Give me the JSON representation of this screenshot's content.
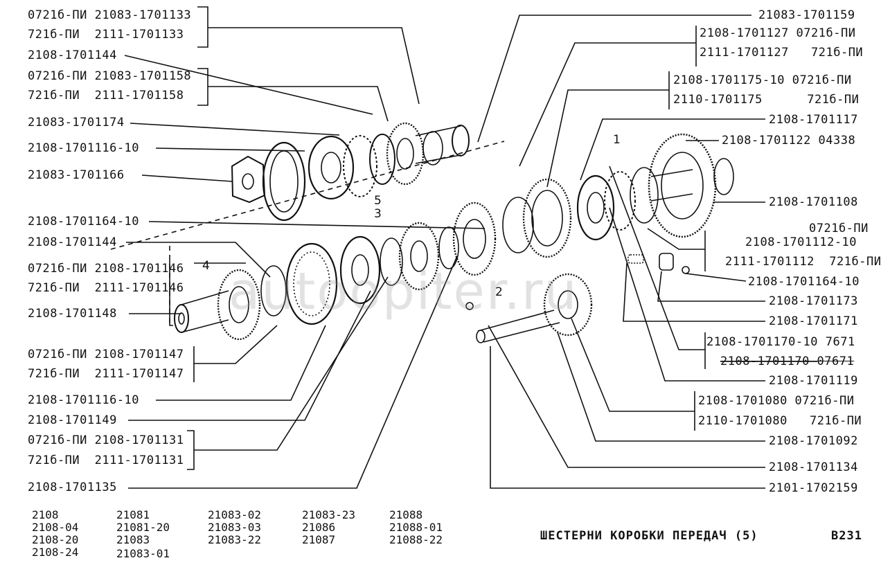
{
  "labels": {
    "l_pair1_a": "0721б-ПИ 21083-1701133",
    "l_pair1_b": "721б-ПИ  2111-1701133",
    "l_144a": "2108-1701144",
    "l_pair2_a": "0721б-ПИ 21083-1701158",
    "l_pair2_b": "721б-ПИ  2111-1701158",
    "l_174": "21083-1701174",
    "l_116_10a": "2108-1701116-10",
    "l_166": "21083-1701166",
    "l_164_10a": "2108-1701164-10",
    "l_144b": "2108-1701144",
    "l_pair3_a": "0721б-ПИ 2108-1701146",
    "l_pair3_b": "721б-ПИ  2111-1701146",
    "l_148": "2108-1701148",
    "l_pair4_a": "0721б-ПИ 2108-1701147",
    "l_pair4_b": "721б-ПИ  2111-1701147",
    "l_116_10b": "2108-1701116-10",
    "l_149": "2108-1701149",
    "l_pair5_a": "0721б-ПИ 2108-1701131",
    "l_pair5_b": "721б-ПИ  2111-1701131",
    "l_135": "2108-1701135",
    "r_159": "21083-1701159",
    "r_pair1_a": "2108-1701127 0721б-ПИ",
    "r_pair1_b": "2111-1701127   721б-ПИ",
    "r_pair2_a": "2108-1701175-10 0721б-ПИ",
    "r_pair2_b": "2110-1701175      721б-ПИ",
    "r_117": "2108-1701117",
    "r_122": "2108-1701122 04338",
    "r_108": "2108-1701108",
    "r_pair3_a": "0721б-ПИ",
    "r_pair3_b": "2108-1701112-10",
    "r_pair3_c": "2111-1701112  721б-ПИ",
    "r_164_10": "2108-1701164-10",
    "r_173": "2108-1701173",
    "r_171": "2108-1701171",
    "r_pair4_a": "2108-1701170-10 7671",
    "r_pair4_b": "2108-1701170 07671",
    "r_119": "2108-1701119",
    "r_pair5_a": "2108-1701080 0721б-ПИ",
    "r_pair5_b": "2110-1701080   721б-ПИ",
    "r_092": "2108-1701092",
    "r_134": "2108-1701134",
    "r_159b": "2101-1702159"
  },
  "markers": [
    "5",
    "3",
    "4",
    "1",
    "2"
  ],
  "models": {
    "col1": [
      "2108",
      "2108-04",
      "2108-20",
      "2108-24"
    ],
    "col2": [
      "21081",
      "21081-20",
      "21083",
      "21083-01"
    ],
    "col3": [
      "21083-02",
      "21083-03",
      "21083-22"
    ],
    "col4": [
      "21083-23",
      "21086",
      "21087"
    ],
    "col5": [
      "21088",
      "21088-01",
      "21088-22"
    ]
  },
  "footer": {
    "title": "ШЕСТЕРНИ КОРОБКИ ПЕРЕДАЧ (5)",
    "code": "B231"
  },
  "watermark": "autoopiter.ru",
  "colors": {
    "ink": "#111111",
    "paper": "#ffffff",
    "watermark": "#9a9a9a"
  }
}
